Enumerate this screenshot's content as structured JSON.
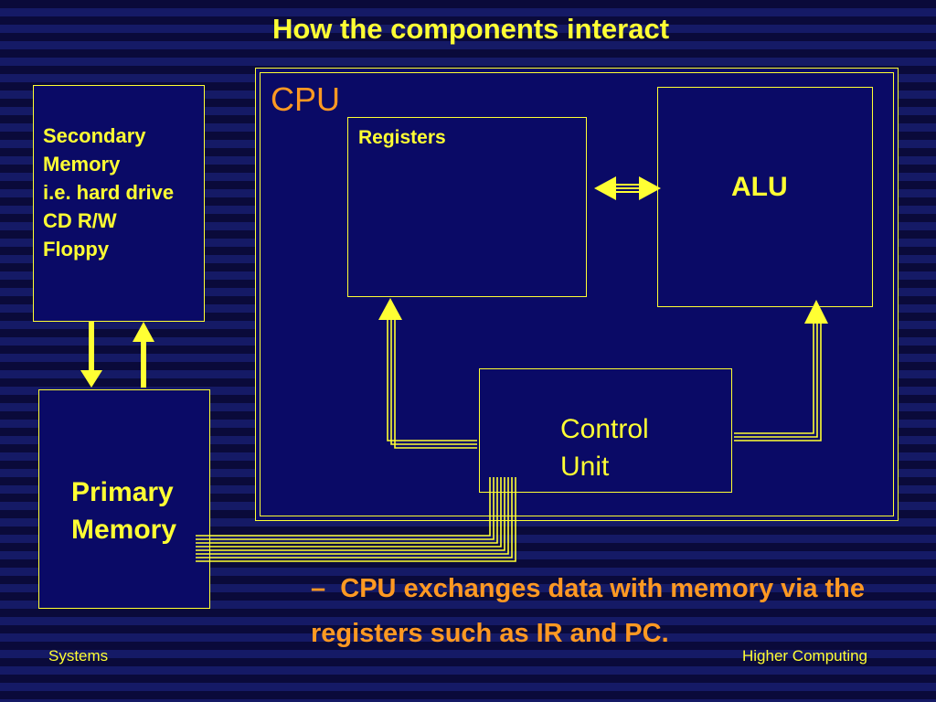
{
  "title": "How the components interact",
  "cpu": {
    "label": "CPU"
  },
  "secondary_memory": {
    "lines": [
      "Secondary",
      "Memory",
      "i.e. hard drive",
      "CD R/W",
      "Floppy"
    ]
  },
  "primary_memory": {
    "lines": [
      "Primary",
      "Memory"
    ]
  },
  "registers": {
    "label": "Registers"
  },
  "alu": {
    "label": "ALU"
  },
  "control_unit": {
    "lines": [
      "Control",
      "Unit"
    ]
  },
  "bullet": {
    "dash": "–",
    "text": "CPU exchanges data with memory via the registers such as IR and PC."
  },
  "footer": {
    "left": "Systems",
    "right": "Higher Computing"
  },
  "colors": {
    "accent": "#ffff33",
    "heading": "#ff9922",
    "box_fill": "#0a0a66"
  }
}
